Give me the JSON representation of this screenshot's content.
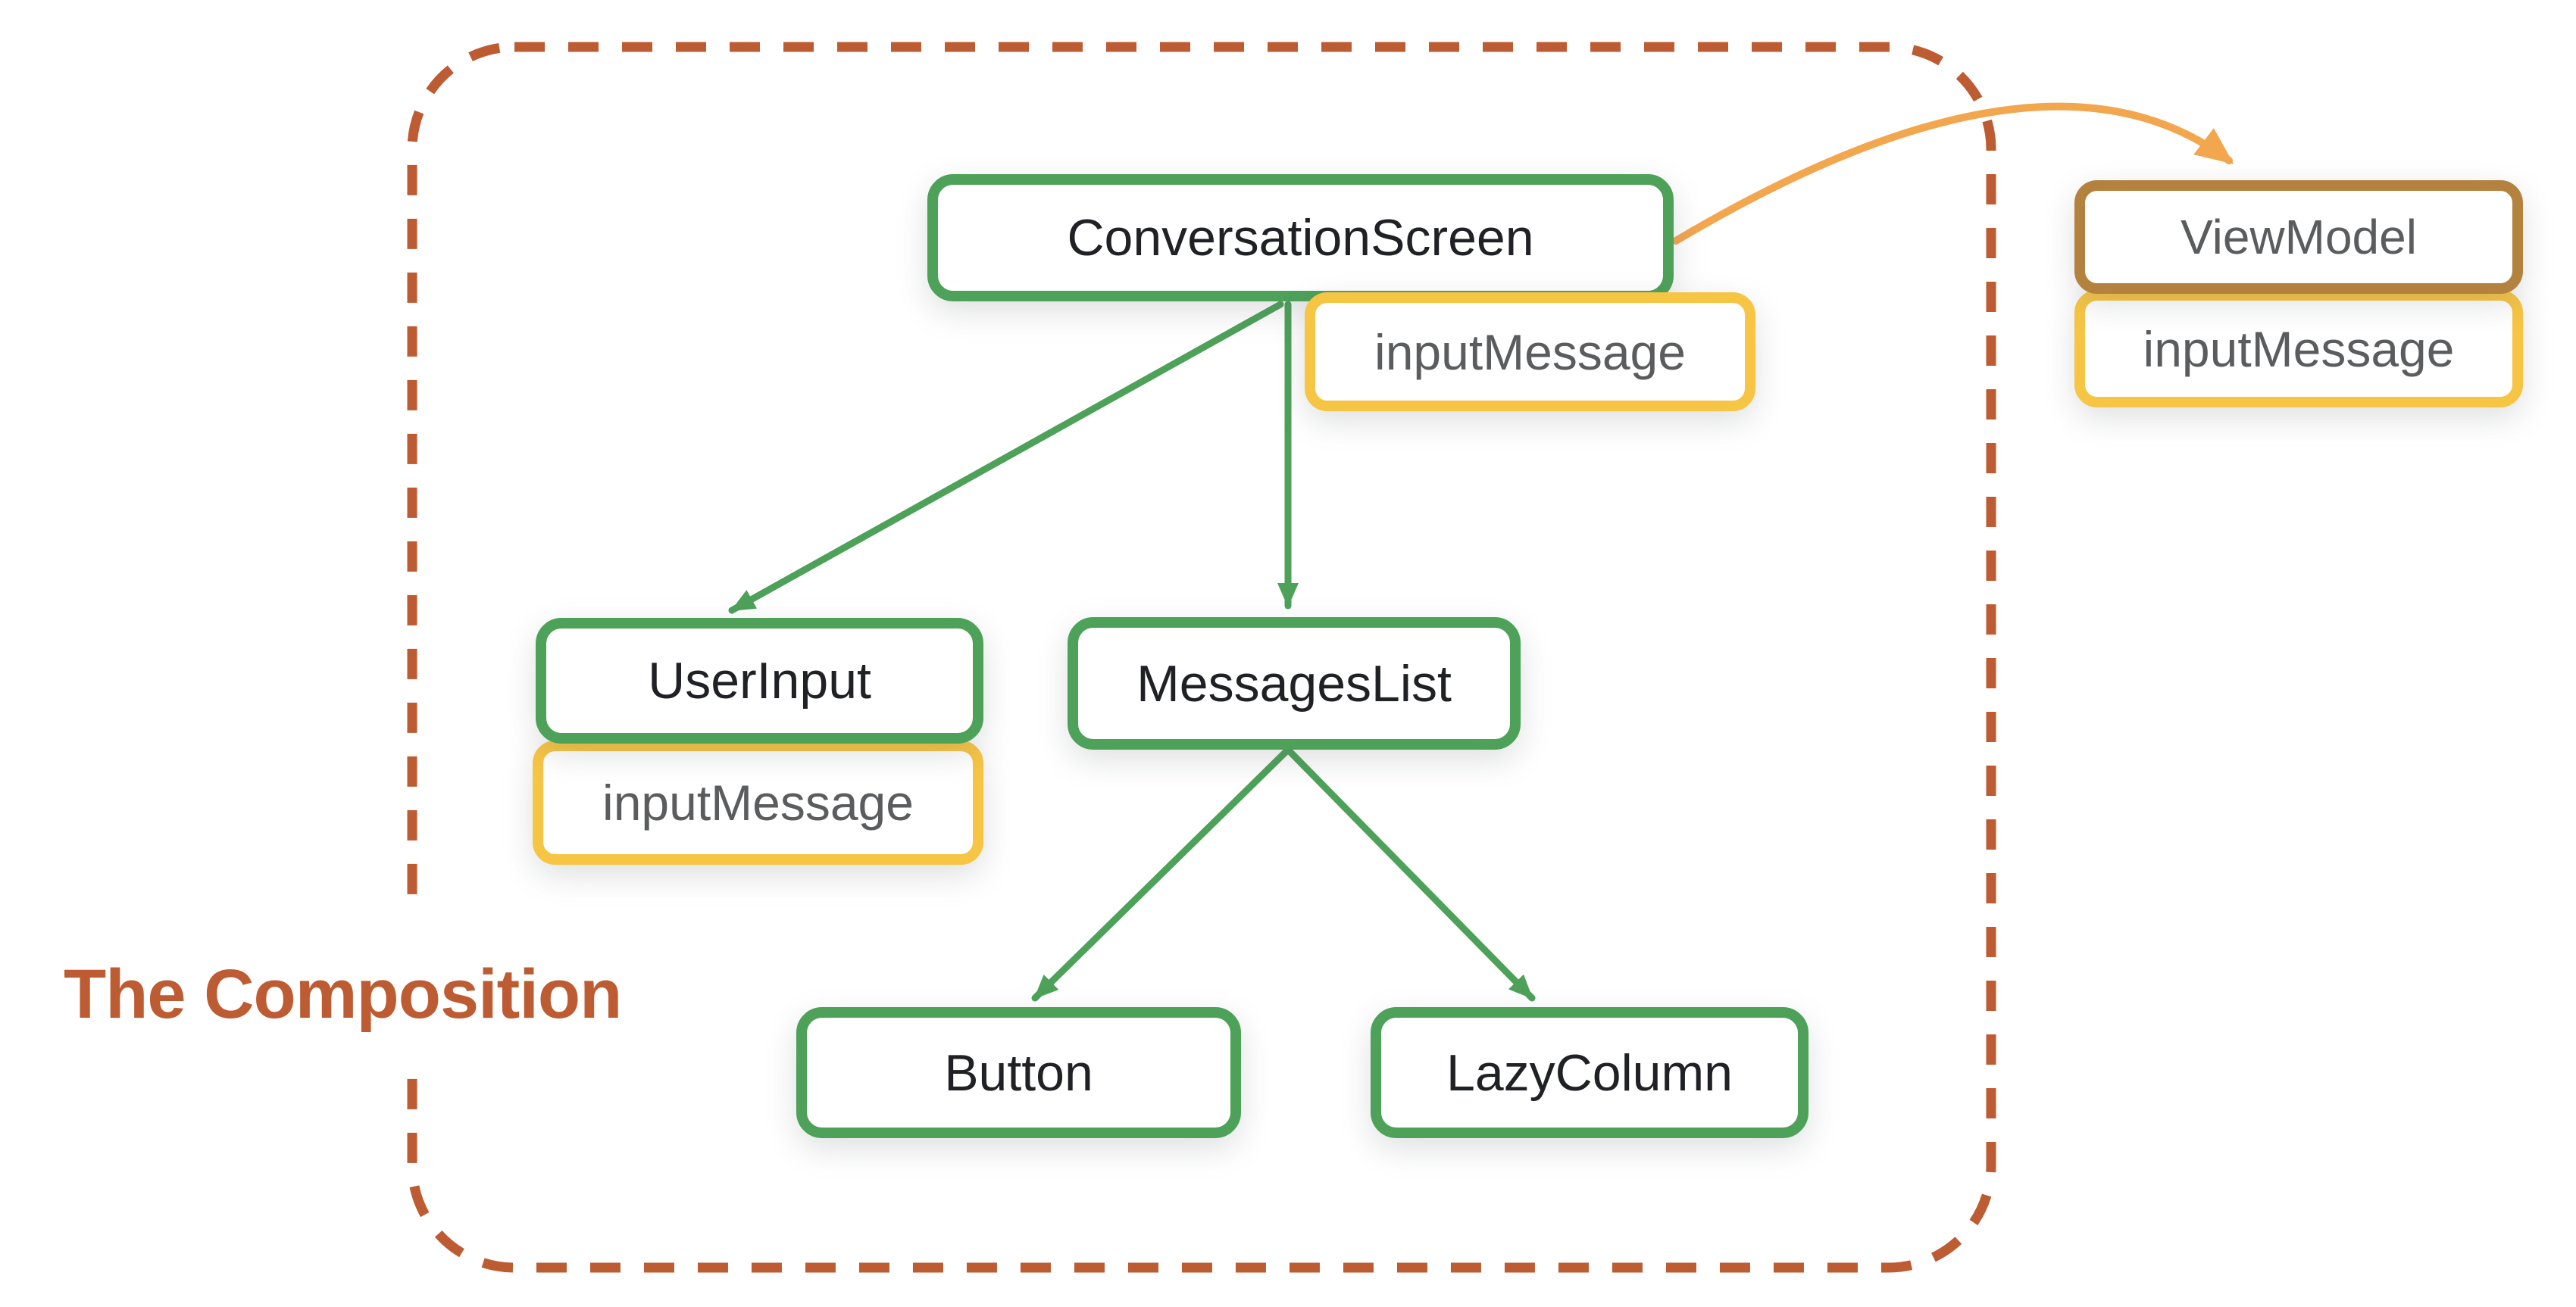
{
  "title": {
    "text": "The Composition"
  },
  "nodes": {
    "conversation_screen": {
      "label": "ConversationScreen",
      "state": "inputMessage",
      "kind": "composable"
    },
    "user_input": {
      "label": "UserInput",
      "state": "inputMessage",
      "kind": "composable"
    },
    "messages_list": {
      "label": "MessagesList",
      "kind": "composable"
    },
    "button": {
      "label": "Button",
      "kind": "composable"
    },
    "lazy_column": {
      "label": "LazyColumn",
      "kind": "composable"
    },
    "view_model": {
      "label": "ViewModel",
      "state": "inputMessage",
      "kind": "viewmodel"
    }
  },
  "edges": [
    {
      "from": "ConversationScreen",
      "to": "UserInput",
      "style": "green-solid-arrow"
    },
    {
      "from": "ConversationScreen",
      "to": "MessagesList",
      "style": "green-solid-arrow"
    },
    {
      "from": "MessagesList",
      "to": "Button",
      "style": "green-solid-arrow"
    },
    {
      "from": "MessagesList",
      "to": "LazyColumn",
      "style": "green-solid-arrow"
    },
    {
      "from": "ConversationScreen",
      "to": "ViewModel",
      "style": "orange-curved-arrow"
    }
  ],
  "colors": {
    "green": "#4DA159",
    "yellow": "#F7C544",
    "brown": "#B3823F",
    "rust": "#BD5B32",
    "orange": "#F2A64E",
    "text_dark": "#202124",
    "text_gray": "#5A5C5E"
  }
}
